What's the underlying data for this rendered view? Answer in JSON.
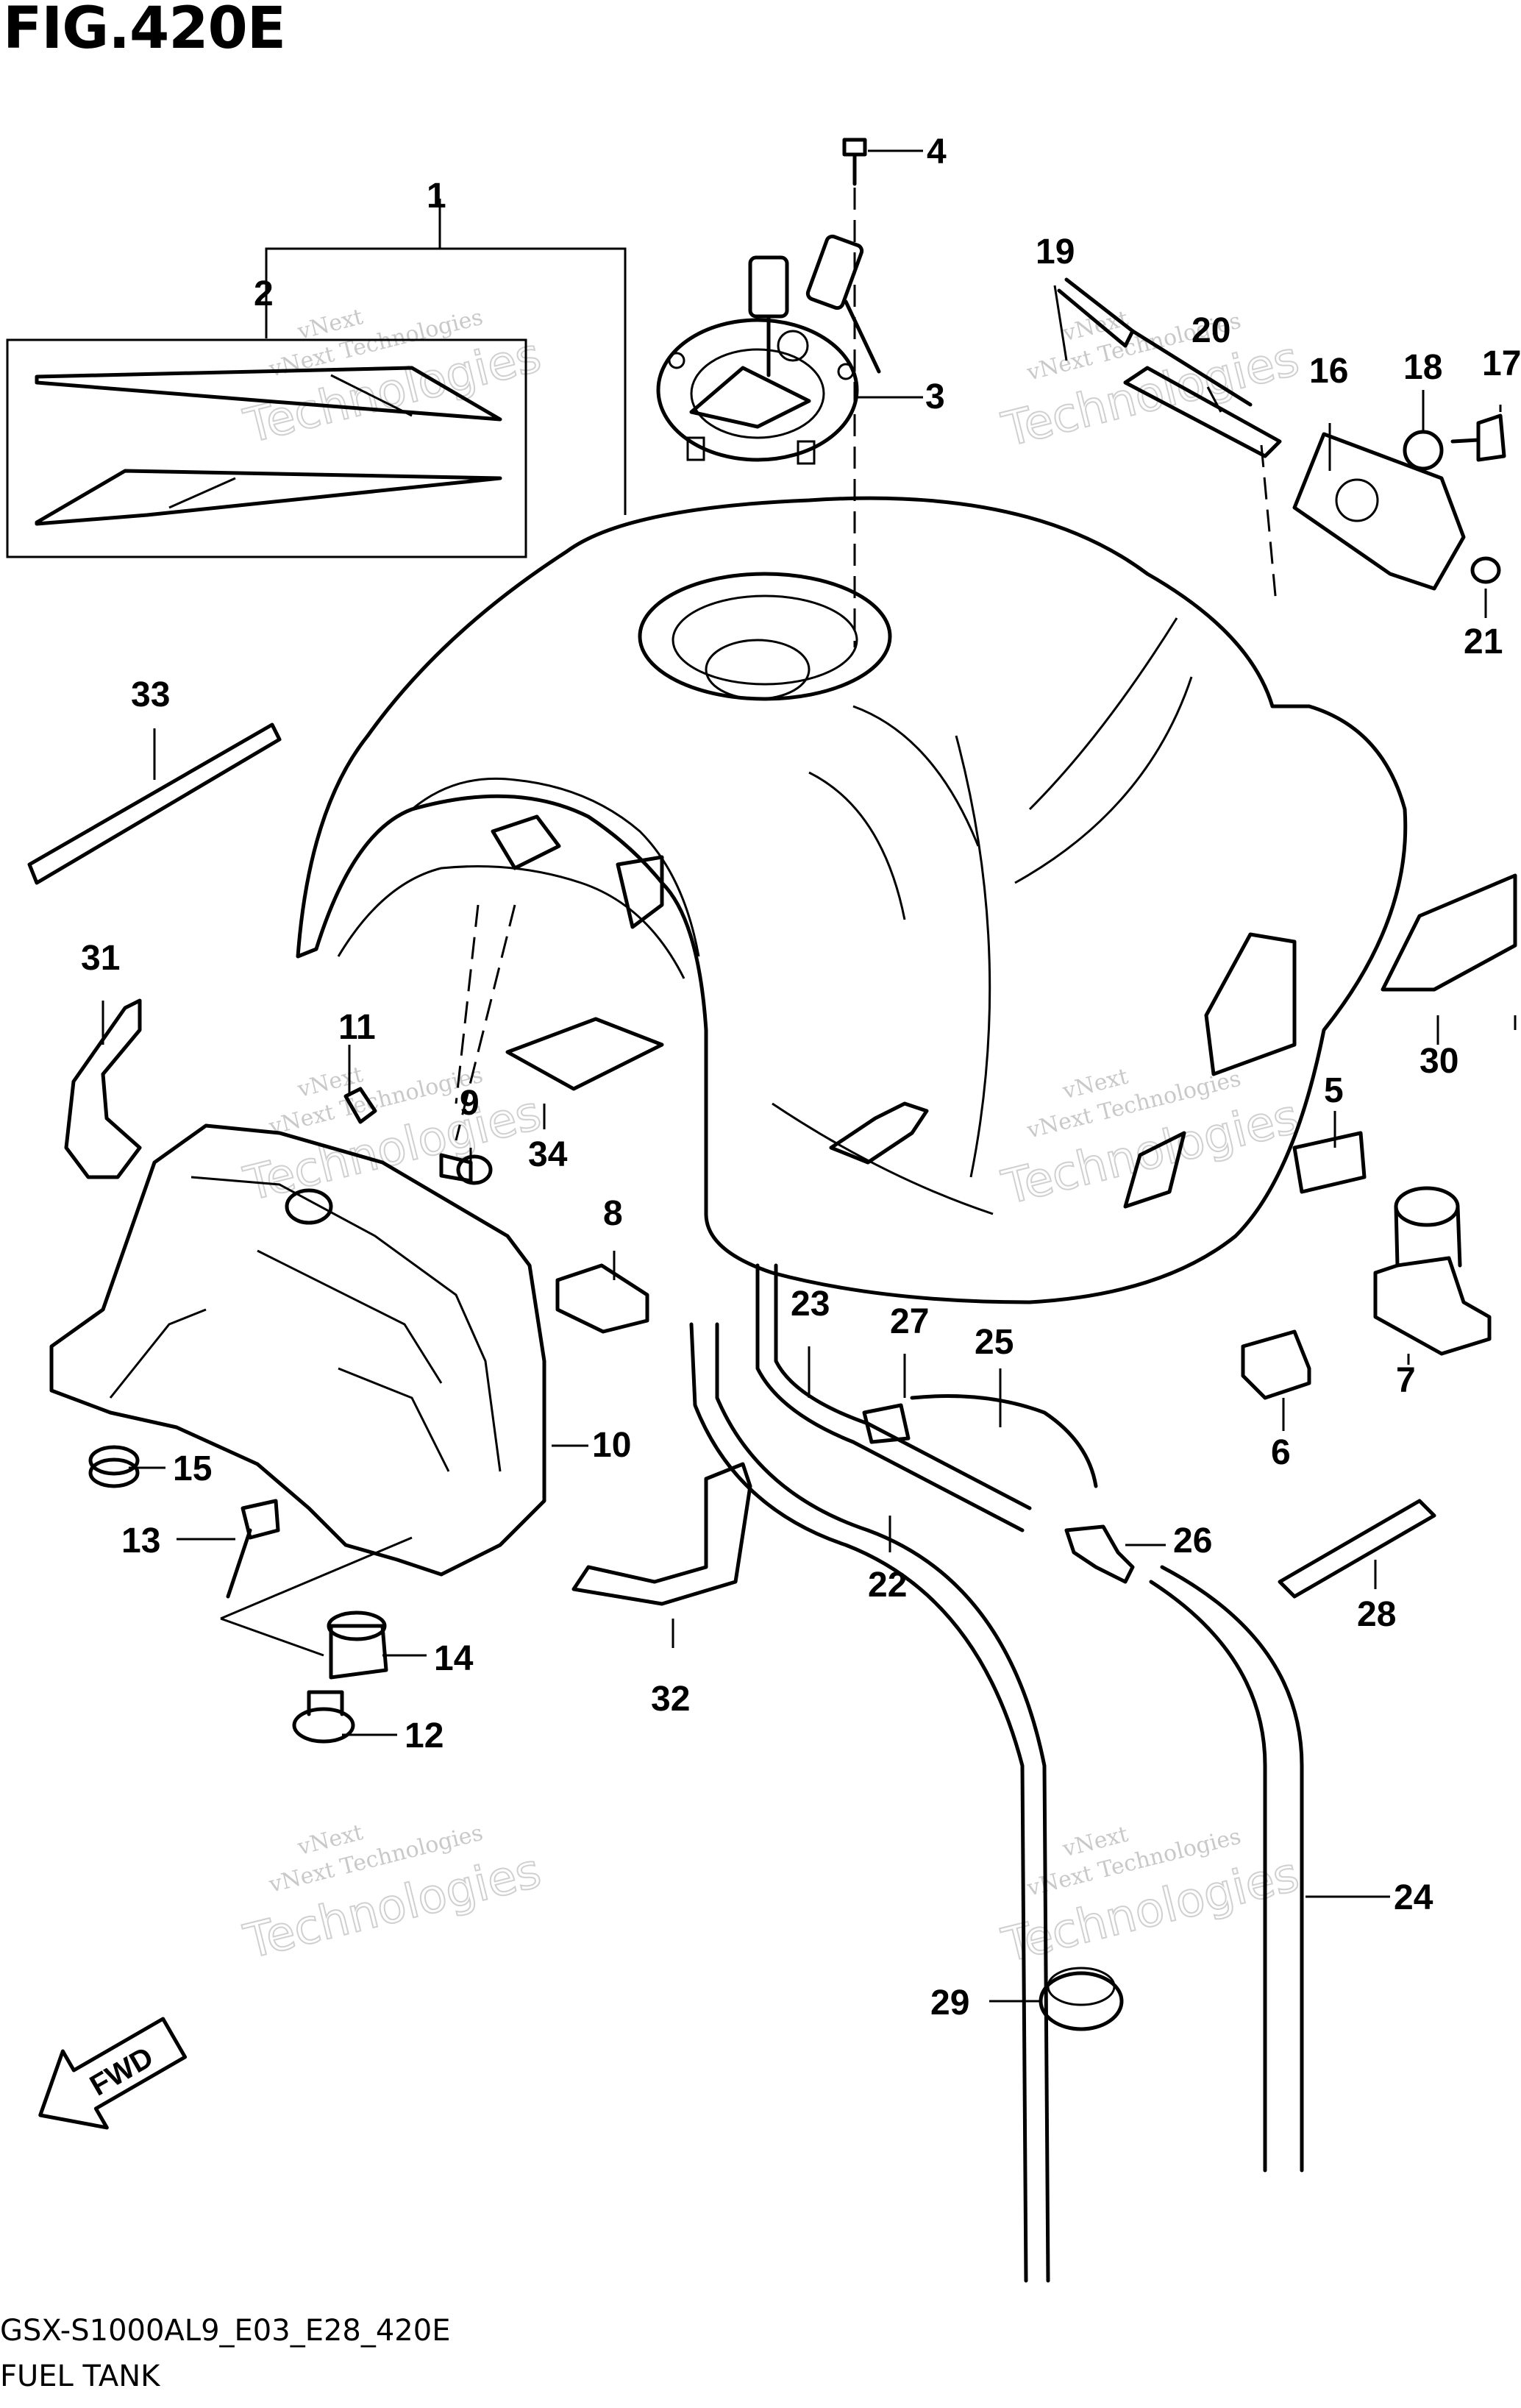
{
  "figure": {
    "title": "FIG.420E",
    "model_code": "GSX-S1000AL9_E03_E28_420E",
    "caption": "FUEL TANK",
    "fwd_label": "FWD"
  },
  "watermark": {
    "line1": "vNext",
    "line2": "vNext Technologies",
    "line3": "Technologies"
  },
  "callouts": [
    {
      "id": "1",
      "label": "1"
    },
    {
      "id": "2",
      "label": "2"
    },
    {
      "id": "3",
      "label": "3"
    },
    {
      "id": "4",
      "label": "4"
    },
    {
      "id": "5",
      "label": "5"
    },
    {
      "id": "6",
      "label": "6"
    },
    {
      "id": "7",
      "label": "7"
    },
    {
      "id": "8",
      "label": "8"
    },
    {
      "id": "9",
      "label": "9"
    },
    {
      "id": "10",
      "label": "10"
    },
    {
      "id": "11",
      "label": "11"
    },
    {
      "id": "12",
      "label": "12"
    },
    {
      "id": "13",
      "label": "13"
    },
    {
      "id": "14",
      "label": "14"
    },
    {
      "id": "15",
      "label": "15"
    },
    {
      "id": "16",
      "label": "16"
    },
    {
      "id": "17",
      "label": "17"
    },
    {
      "id": "18",
      "label": "18"
    },
    {
      "id": "19",
      "label": "19"
    },
    {
      "id": "20",
      "label": "20"
    },
    {
      "id": "21",
      "label": "21"
    },
    {
      "id": "22",
      "label": "22"
    },
    {
      "id": "23",
      "label": "23"
    },
    {
      "id": "24",
      "label": "24"
    },
    {
      "id": "25",
      "label": "25"
    },
    {
      "id": "26",
      "label": "26"
    },
    {
      "id": "27",
      "label": "27"
    },
    {
      "id": "28",
      "label": "28"
    },
    {
      "id": "29",
      "label": "29"
    },
    {
      "id": "30",
      "label": "30"
    },
    {
      "id": "31",
      "label": "31"
    },
    {
      "id": "32",
      "label": "32"
    },
    {
      "id": "33",
      "label": "33"
    },
    {
      "id": "34",
      "label": "34"
    }
  ]
}
